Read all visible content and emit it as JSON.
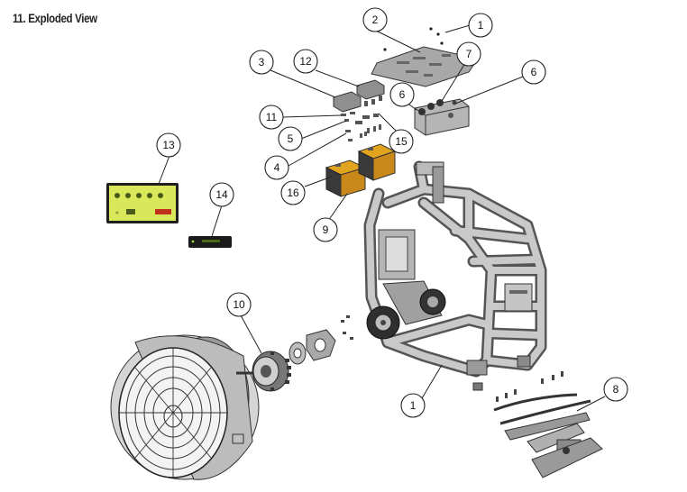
{
  "title": "11. Exploded View",
  "callouts": [
    {
      "label": "1"
    },
    {
      "label": "2"
    },
    {
      "label": "3"
    },
    {
      "label": "12"
    },
    {
      "label": "7"
    },
    {
      "label": "6"
    },
    {
      "label": "6"
    },
    {
      "label": "11"
    },
    {
      "label": "5"
    },
    {
      "label": "15"
    },
    {
      "label": "4"
    },
    {
      "label": "16"
    },
    {
      "label": "13"
    },
    {
      "label": "14"
    },
    {
      "label": "9"
    },
    {
      "label": "10"
    },
    {
      "label": "1"
    },
    {
      "label": "8"
    }
  ],
  "colors": {
    "frame": "#8a8a8a",
    "plate": "#a8a8a8",
    "battery_top": "#e0a41e",
    "battery_side": "#3a3a3a",
    "display_bg": "#d9e85a",
    "display_bezel": "#1e1e1e"
  }
}
